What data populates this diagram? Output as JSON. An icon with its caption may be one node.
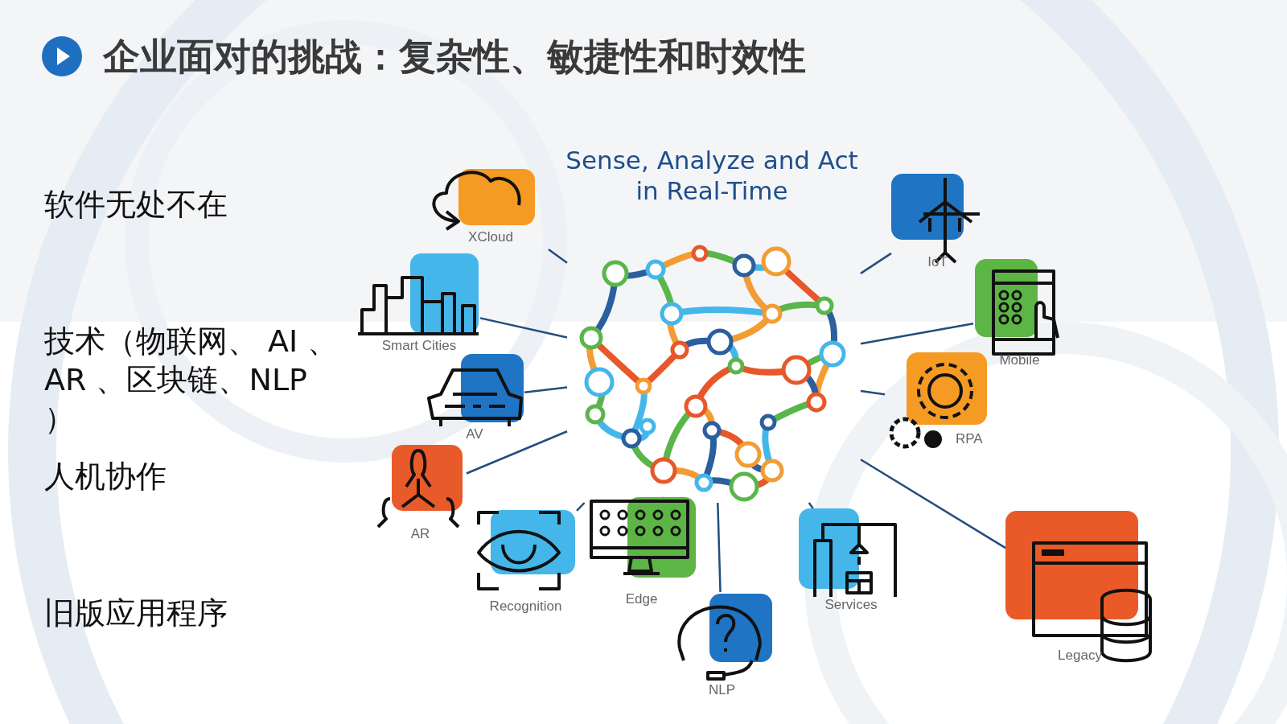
{
  "diagram": {
    "title": "企业面对的挑战：复杂性、敏捷性和时效性",
    "nodes": [
      {
        "text": [],
        "shape": "picture"
      },
      {
        "text": [
          "XCloud"
        ]
      },
      {
        "text": [
          "Smart Cities"
        ]
      },
      {
        "text": [
          "AV"
        ]
      },
      {
        "text": [
          "AR"
        ]
      },
      {
        "text": [
          "Recognition"
        ]
      },
      {
        "text": [
          "Edge"
        ]
      },
      {
        "text": [
          "NLP"
        ]
      },
      {
        "text": [
          "Services"
        ]
      },
      {
        "text": [
          "Legacy"
        ]
      },
      {
        "text": [
          "RPA"
        ]
      },
      {
        "text": [
          "Mobile"
        ]
      },
      {
        "text": [
          "IoT"
        ]
      }
    ],
    "edges": [
      {
        "from": 0,
        "to": 1,
        "arrow": "none"
      },
      {
        "from": 0,
        "to": 2,
        "arrow": "none"
      },
      {
        "from": 0,
        "to": 3,
        "arrow": "none"
      },
      {
        "from": 0,
        "to": 4,
        "arrow": "none"
      },
      {
        "from": 0,
        "to": 5,
        "arrow": "none"
      },
      {
        "from": 0,
        "to": 6,
        "arrow": "none"
      },
      {
        "from": 0,
        "to": 7,
        "arrow": "none"
      },
      {
        "from": 0,
        "to": 8,
        "arrow": "none"
      },
      {
        "from": 0,
        "to": 9,
        "arrow": "none"
      },
      {
        "from": 0,
        "to": 10,
        "arrow": "none"
      },
      {
        "from": 0,
        "to": 11,
        "arrow": "none"
      },
      {
        "from": 0,
        "to": 12,
        "arrow": "none"
      }
    ],
    "labels": [
      "软件无处不在",
      "技术（物联网、 AI 、 AR 、区块链、NLP ）",
      "人机协作",
      "旧版应用程序",
      "Sense, Analyze and Act in Real-Time"
    ]
  }
}
